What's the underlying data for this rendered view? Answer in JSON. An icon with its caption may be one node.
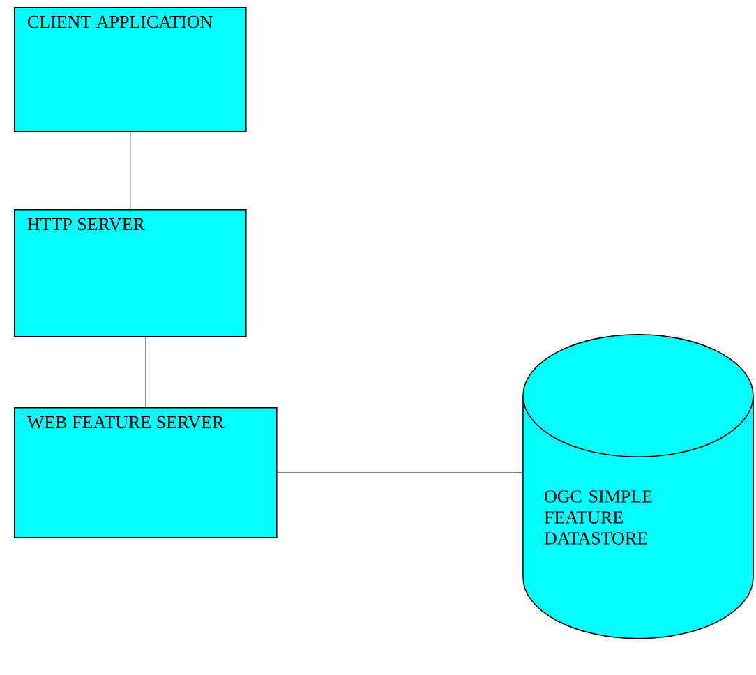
{
  "diagram": {
    "nodes": [
      {
        "text": [
          "CLIENT APPLICATION"
        ]
      },
      {
        "text": [
          "HTTP SERVER"
        ]
      },
      {
        "text": [
          "WEB FEATURE SERVER"
        ]
      },
      {
        "text": [
          "OGC SIMPLE FEATURE DATASTORE"
        ]
      }
    ],
    "edges": [
      {
        "from": 0,
        "to": 1,
        "arrow": "none"
      },
      {
        "from": 1,
        "to": 2,
        "arrow": "none"
      },
      {
        "from": 2,
        "to": 3,
        "arrow": "none"
      }
    ]
  }
}
